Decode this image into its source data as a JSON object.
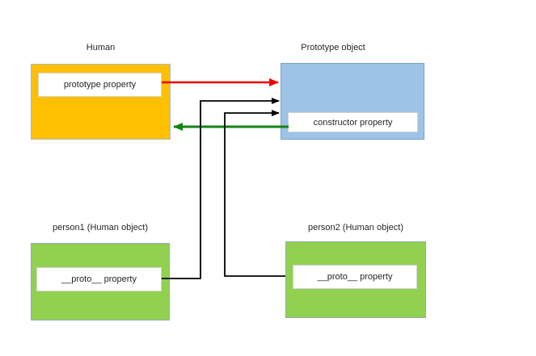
{
  "colors": {
    "human_fill": "#FFC000",
    "prototype_object_fill": "#9DC3E6",
    "person_fill": "#92D050"
  },
  "diagram": {
    "nodes": {
      "human": {
        "title": "Human",
        "property_label": "prototype property"
      },
      "prototype_object": {
        "title": "Prototype object",
        "property_label": "constructor property"
      },
      "person1": {
        "title": "person1 (Human object)",
        "property_label": "__proto__ property"
      },
      "person2": {
        "title": "person2 (Human object)",
        "property_label": "__proto__ property"
      }
    },
    "arrows": [
      {
        "name": "prototype-arrow",
        "from": "Human prototype property",
        "to": "Prototype object",
        "color": "#EE0000"
      },
      {
        "name": "constructor-arrow",
        "from": "Prototype object constructor property",
        "to": "Human",
        "color": "#128412"
      },
      {
        "name": "person1-proto-arrow",
        "from": "person1 __proto__ property",
        "to": "Prototype object",
        "color": "#000000"
      },
      {
        "name": "person2-proto-arrow",
        "from": "person2 __proto__ property",
        "to": "Prototype object",
        "color": "#000000"
      }
    ]
  }
}
